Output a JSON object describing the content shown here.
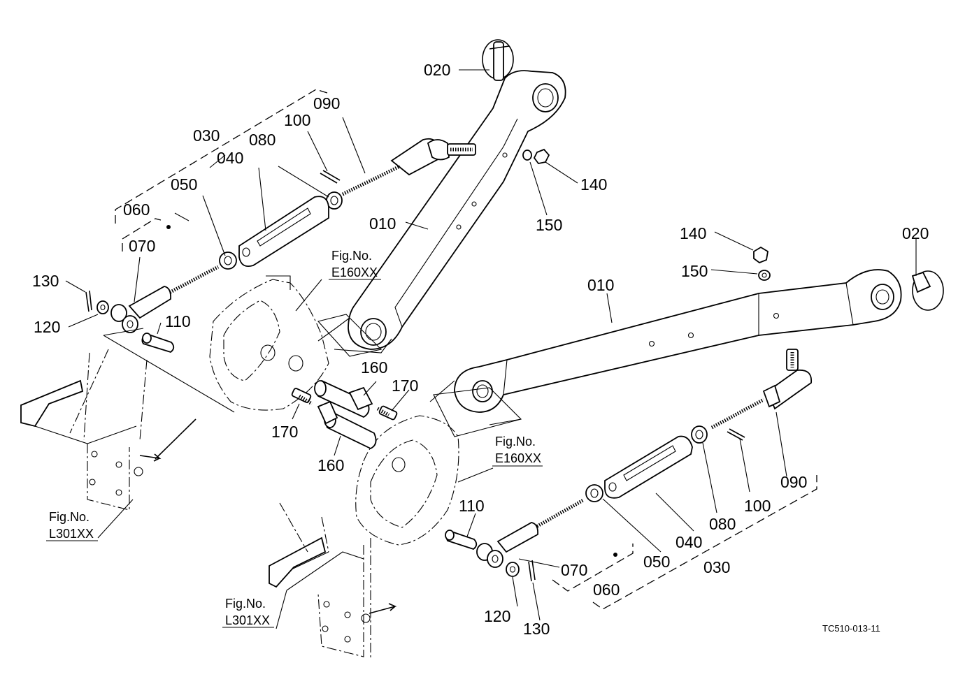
{
  "parts": {
    "p020_a": "020",
    "p010_a": "010",
    "p090_a": "090",
    "p100_a": "100",
    "p030_a": "030",
    "p040_a": "040",
    "p080_a": "080",
    "p050_a": "050",
    "p060_a": "060",
    "p070_a": "070",
    "p130_a": "130",
    "p120_a": "120",
    "p110_a": "110",
    "p140_a": "140",
    "p150_a": "150",
    "p160_a": "160",
    "p170_a": "170",
    "p170_b": "170",
    "p160_b": "160",
    "p140_b": "140",
    "p150_b": "150",
    "p020_b": "020",
    "p010_b": "010",
    "p090_b": "090",
    "p100_b": "100",
    "p080_b": "080",
    "p040_b": "040",
    "p050_b": "050",
    "p030_b": "030",
    "p060_b": "060",
    "p070_b": "070",
    "p110_b": "110",
    "p120_b": "120",
    "p130_b": "130"
  },
  "refs": {
    "fig_label": "Fig.No.",
    "e160_a": "E160XX",
    "e160_b": "E160XX",
    "l301_a": "L301XX",
    "l301_b": "L301XX"
  },
  "drawing_code": "TC510-013-11"
}
